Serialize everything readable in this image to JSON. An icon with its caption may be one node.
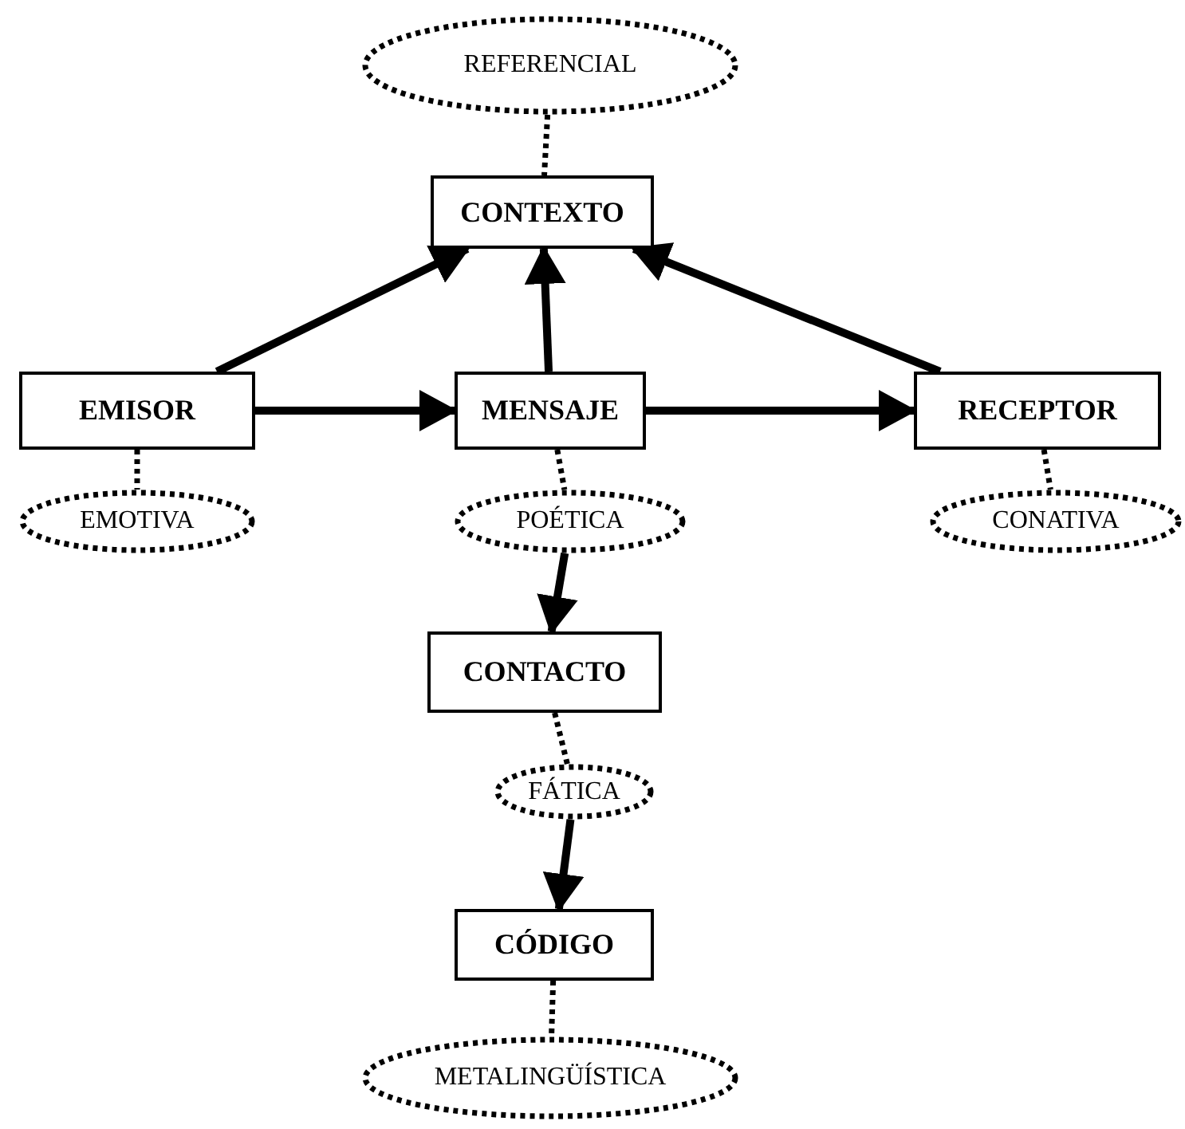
{
  "diagram": {
    "nodes": [
      {
        "text": [
          "REFERENCIAL"
        ]
      },
      {
        "text": [
          "CONTEXTO"
        ]
      },
      {
        "text": [
          "EMISOR"
        ]
      },
      {
        "text": [
          "MENSAJE"
        ]
      },
      {
        "text": [
          "RECEPTOR"
        ]
      },
      {
        "text": [
          "EMOTIVA"
        ]
      },
      {
        "text": [
          "POÉTICA"
        ]
      },
      {
        "text": [
          "CONATIVA"
        ]
      },
      {
        "text": [
          "CONTACTO"
        ]
      },
      {
        "text": [
          "FÁTICA"
        ]
      },
      {
        "text": [
          "CÓDIGO"
        ]
      },
      {
        "text": [
          "METALINGÜÍSTICA"
        ]
      }
    ],
    "edges": [
      {
        "from": 0,
        "to": 1,
        "arrow": "none",
        "style": "dashed"
      },
      {
        "from": 2,
        "to": 1,
        "arrow": "to"
      },
      {
        "from": 3,
        "to": 1,
        "arrow": "to"
      },
      {
        "from": 4,
        "to": 1,
        "arrow": "to"
      },
      {
        "from": 2,
        "to": 3,
        "arrow": "to"
      },
      {
        "from": 3,
        "to": 4,
        "arrow": "to"
      },
      {
        "from": 2,
        "to": 5,
        "arrow": "none",
        "style": "dashed"
      },
      {
        "from": 3,
        "to": 6,
        "arrow": "none",
        "style": "dashed"
      },
      {
        "from": 4,
        "to": 7,
        "arrow": "none",
        "style": "dashed"
      },
      {
        "from": 6,
        "to": 8,
        "arrow": "to"
      },
      {
        "from": 8,
        "to": 9,
        "arrow": "none",
        "style": "dashed"
      },
      {
        "from": 9,
        "to": 10,
        "arrow": "to"
      },
      {
        "from": 10,
        "to": 11,
        "arrow": "none",
        "style": "dashed"
      }
    ]
  }
}
